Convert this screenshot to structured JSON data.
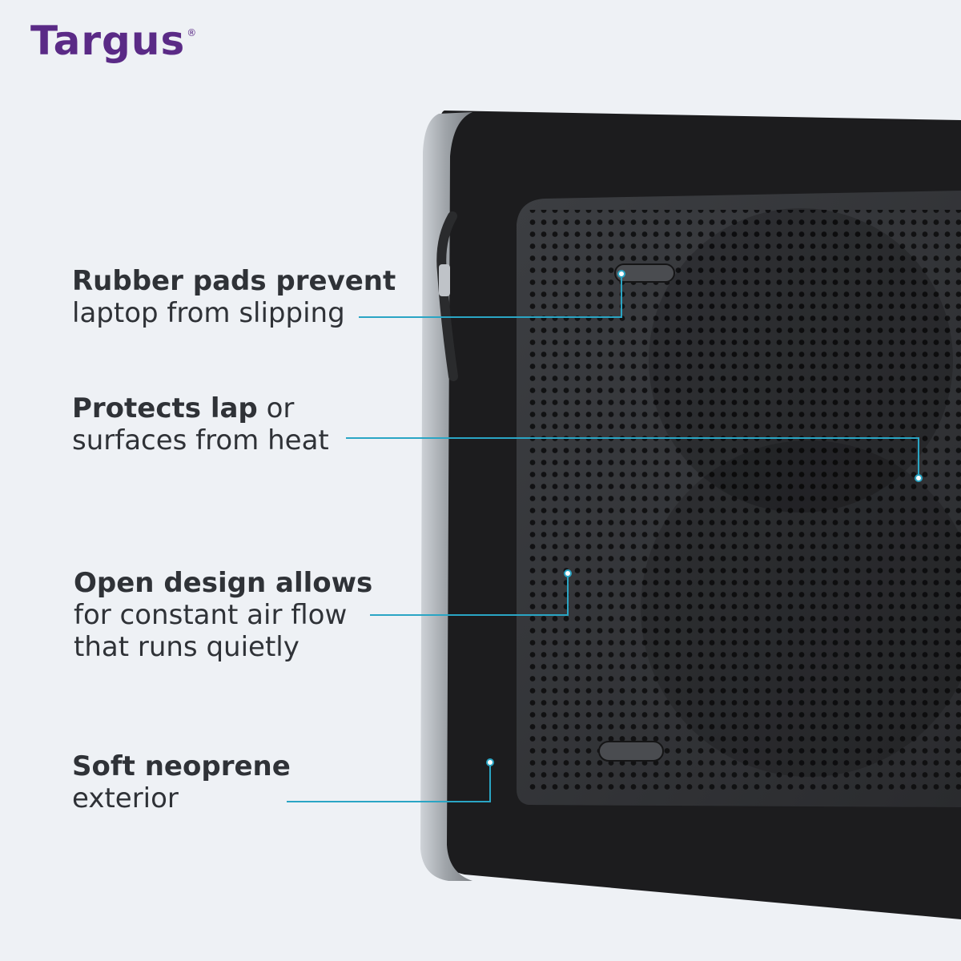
{
  "brand": {
    "name": "Targus",
    "mark": "®"
  },
  "colors": {
    "background": "#eef1f5",
    "brand_purple": "#5a2a86",
    "callout_line": "#2aa5c4",
    "device_body": "#1c1c1e",
    "device_panel": "#34363a",
    "device_rim": "#a9adb2",
    "text": "#2f3237"
  },
  "callouts": {
    "rubber_pads": {
      "bold": "Rubber pads prevent",
      "normal": "laptop from slipping"
    },
    "protects_lap": {
      "bold": "Protects lap",
      "suffix": " or",
      "normal": "surfaces from heat"
    },
    "open_design": {
      "bold": "Open design allows",
      "normal1": "for constant air flow",
      "normal2": "that runs quietly"
    },
    "soft_neoprene": {
      "bold": "Soft neoprene",
      "normal": "exterior"
    }
  }
}
